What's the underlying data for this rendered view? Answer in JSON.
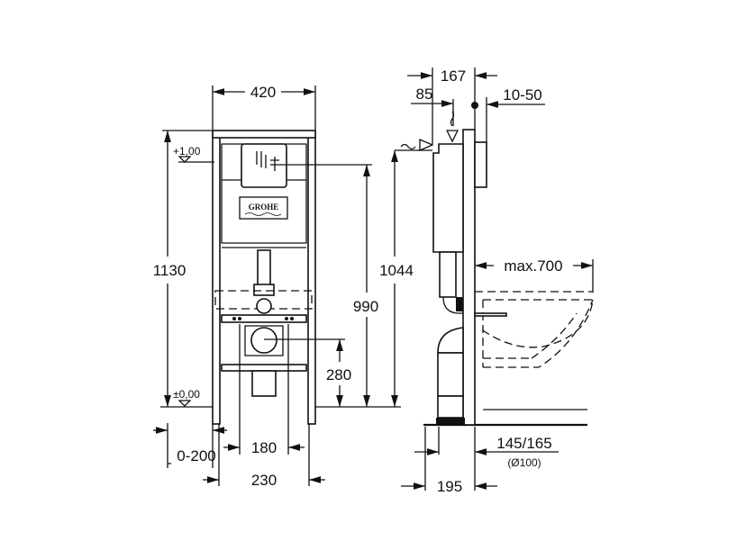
{
  "front_view": {
    "brand_logo": "GROHE",
    "width_label": "420",
    "height_label": "1130",
    "level_top": "+1,00",
    "level_floor": "±0,00",
    "flush_height_label": "990",
    "drain_height_label": "280",
    "offset_label": "0-200",
    "bolt_spacing_label": "180",
    "bolt_outer_label": "230"
  },
  "side_view": {
    "depth_label": "167",
    "tank_offset_label": "85",
    "wall_label": "10-50",
    "supply_height_label": "1044",
    "bowl_length_label": "max.700",
    "outlet_label": "145/165",
    "outlet_diameter_label": "(Ø100)",
    "foot_depth_label": "195"
  }
}
